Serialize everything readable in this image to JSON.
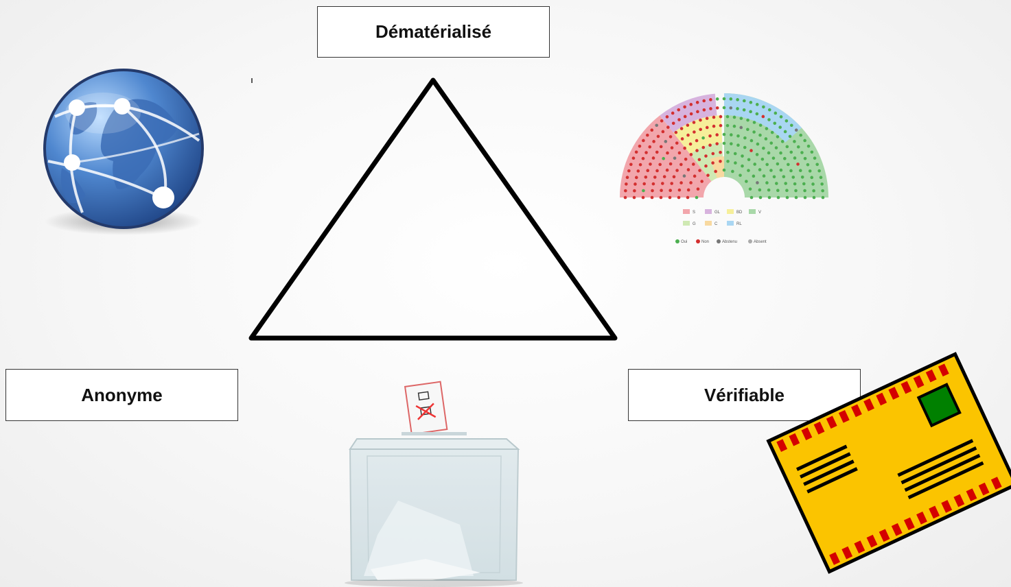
{
  "labels": {
    "top": "Dématérialisé",
    "left": "Anonyme",
    "right": "Vérifiable"
  },
  "hemicycle": {
    "parties": [
      "S",
      "GL",
      "BD",
      "V",
      "G",
      "C",
      "RL"
    ],
    "vote_legend": [
      "Oui",
      "Non",
      "Abstenu",
      "Absent"
    ],
    "colors": {
      "S": "#f2a6ac",
      "GL": "#d7b3de",
      "BD": "#f6ef9a",
      "V": "#a9d8a9",
      "G": "#cfe9b3",
      "C": "#f8d9a0",
      "RL": "#a9d6f2",
      "Oui": "#4caf50",
      "Non": "#d32f2f",
      "Abstenu": "#777777",
      "Absent": "#aaaaaa"
    }
  },
  "icons": [
    "globe-icon",
    "hemicycle-icon",
    "ballot-box-icon",
    "envelope-icon"
  ]
}
